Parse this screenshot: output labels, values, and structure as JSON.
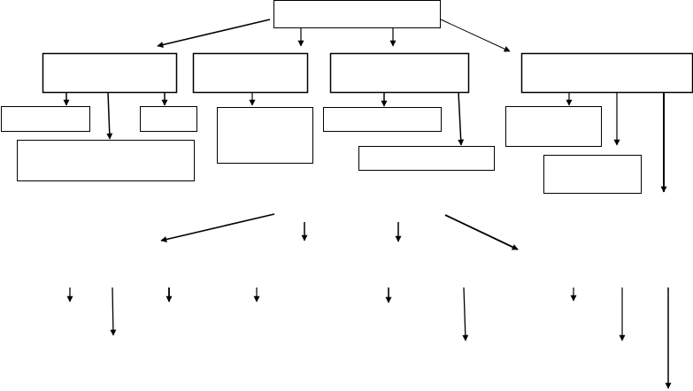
{
  "diagram": {
    "type": "org-chart-outline",
    "colors": {
      "line": "#000000",
      "background": "#ffffff"
    },
    "nodes": [
      {
        "id": "root",
        "label": ""
      },
      {
        "id": "branch-1",
        "label": ""
      },
      {
        "id": "branch-2",
        "label": ""
      },
      {
        "id": "branch-3",
        "label": ""
      },
      {
        "id": "branch-4",
        "label": ""
      },
      {
        "id": "branch-1-child-a",
        "label": ""
      },
      {
        "id": "branch-1-child-b",
        "label": ""
      },
      {
        "id": "branch-1-child-c",
        "label": ""
      },
      {
        "id": "branch-2-child-a",
        "label": ""
      },
      {
        "id": "branch-3-child-a",
        "label": ""
      },
      {
        "id": "branch-3-child-b",
        "label": ""
      },
      {
        "id": "branch-4-child-a",
        "label": ""
      },
      {
        "id": "branch-4-child-b",
        "label": ""
      }
    ],
    "edges": [
      {
        "from": "root",
        "to": "branch-1"
      },
      {
        "from": "root",
        "to": "branch-2"
      },
      {
        "from": "root",
        "to": "branch-3"
      },
      {
        "from": "root",
        "to": "branch-4"
      },
      {
        "from": "branch-1",
        "to": "branch-1-child-a"
      },
      {
        "from": "branch-1",
        "to": "branch-1-child-b"
      },
      {
        "from": "branch-1",
        "to": "branch-1-child-c"
      },
      {
        "from": "branch-2",
        "to": "branch-2-child-a"
      },
      {
        "from": "branch-3",
        "to": "branch-3-child-a"
      },
      {
        "from": "branch-3",
        "to": "branch-3-child-b"
      },
      {
        "from": "branch-4",
        "to": "branch-4-child-a"
      },
      {
        "from": "branch-4",
        "to": "branch-4-child-b"
      }
    ]
  }
}
